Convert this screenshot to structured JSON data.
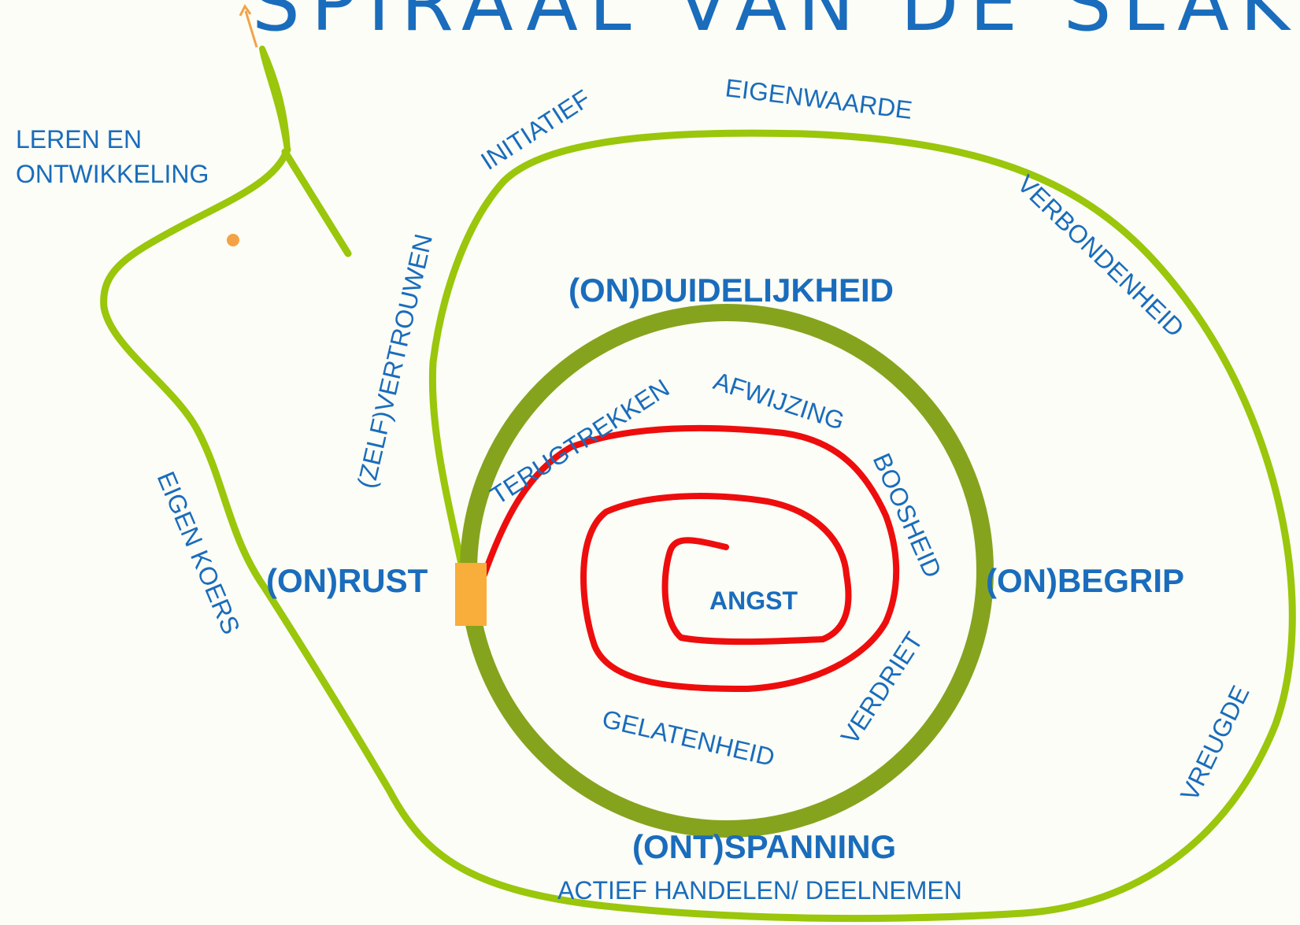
{
  "title": "SPIRAAL VAN DE SLAK",
  "colors": {
    "background": "#fbfdf6",
    "shell_outer": "#9ac60b",
    "shell_ring": "#86a31e",
    "inner_spiral": "#ee0d0d",
    "body_block": "#f9ad3a",
    "arrow": "#f3a245",
    "text": "#1a6cbc"
  },
  "labels": {
    "leren_1": "LEREN EN",
    "leren_2": "ONTWIKKELING",
    "initiatief": "INITIATIEF",
    "eigenwaarde": "EIGENWAARDE",
    "verbondenheid": "VERBONDENHEID",
    "zelfvertrouwen": "(ZELF)VERTROUWEN",
    "onduidelijkheid": "(ON)DUIDELIJKHEID",
    "terugtrekken": "TERUGTREKKEN",
    "afwijzing": "AFWIJZING",
    "boosheid": "BOOSHEID",
    "onrust": "(ON)RUST",
    "angst": "ANGST",
    "onbegrip": "(ON)BEGRIP",
    "eigen_koers": "EIGEN KOERS",
    "verdriet": "VERDRIET",
    "gelatenheid": "GELATENHEID",
    "vreugde": "VREUGDE",
    "ontspanning": "(ONT)SPANNING",
    "actief": "ACTIEF HANDELEN/ DEELNEMEN"
  }
}
